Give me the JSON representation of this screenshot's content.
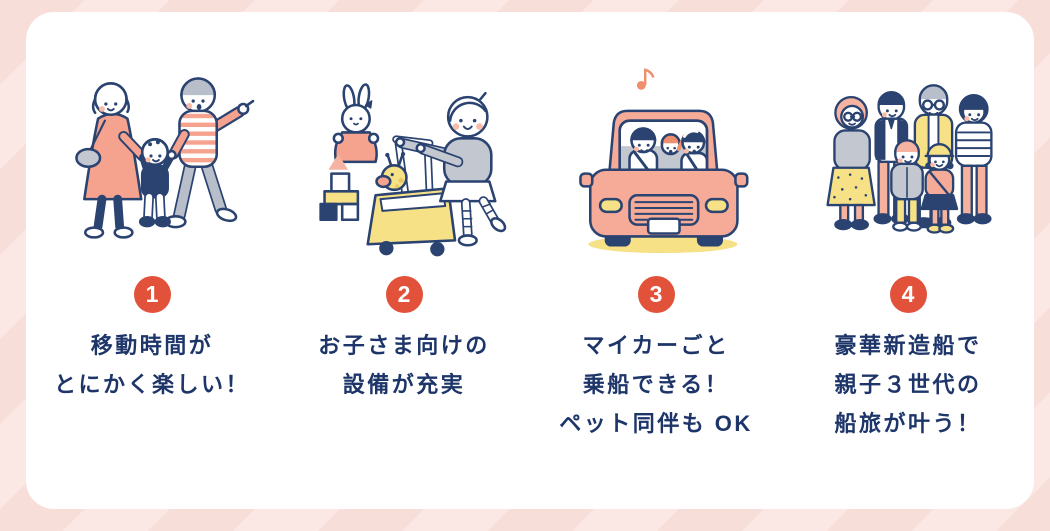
{
  "theme": {
    "bg_base": "#f8ded9",
    "bg_stripe": "#fbe7e3",
    "card_bg": "#ffffff",
    "accent": "#e2513a",
    "badge_text": "#ffffff",
    "text": "#1d3569"
  },
  "features": {
    "items": [
      {
        "number": "1",
        "illustration": "family-walking",
        "lines": [
          "移動時間が",
          "とにかく楽しい！"
        ]
      },
      {
        "number": "2",
        "illustration": "toddler-toy-cart",
        "lines": [
          "お子さま向けの",
          "設備が充実"
        ]
      },
      {
        "number": "3",
        "illustration": "family-in-car",
        "lines": [
          "マイカーごと",
          "乗船できる！",
          "ペット同伴も OK"
        ]
      },
      {
        "number": "4",
        "illustration": "three-generation-family",
        "lines": [
          "豪華新造船で",
          "親子３世代の",
          "船旅が叶う！"
        ]
      }
    ]
  }
}
